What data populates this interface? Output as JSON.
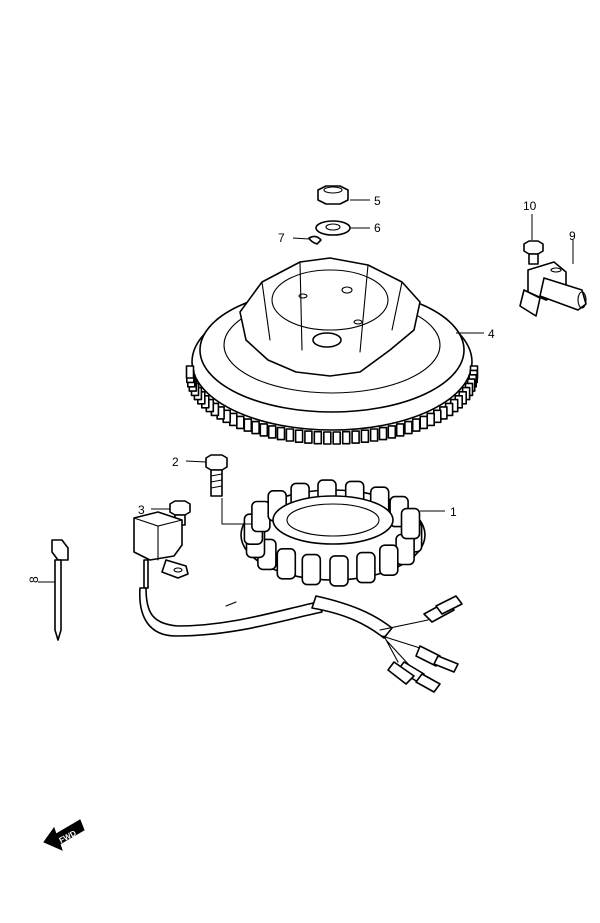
{
  "callouts": {
    "c1": "1",
    "c2": "2",
    "c3": "3",
    "c4": "4",
    "c5": "5",
    "c6": "6",
    "c7": "7",
    "c8": "8",
    "c9": "9",
    "c10": "10"
  },
  "fwd_label": "FWD"
}
